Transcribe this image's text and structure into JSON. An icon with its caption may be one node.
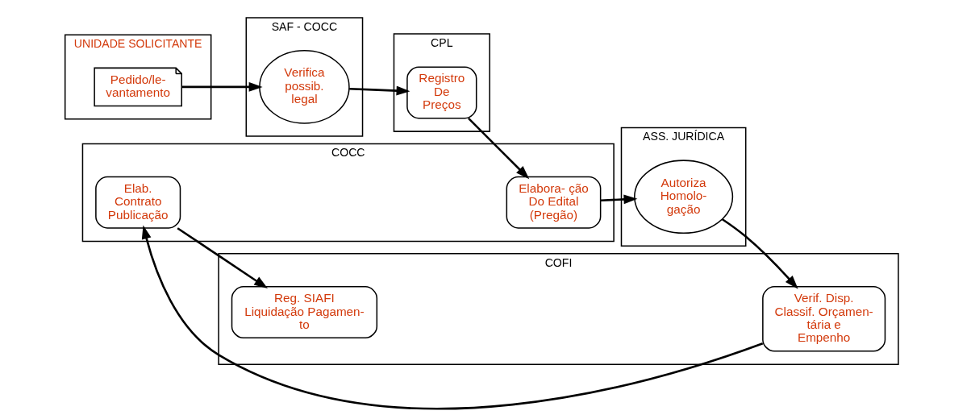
{
  "diagram": {
    "nodes": [
      {
        "text": [
          "UNIDADE SOLICITANTE"
        ]
      },
      {
        "text": [
          "SAF - COCC"
        ]
      },
      {
        "text": [
          "CPL"
        ]
      },
      {
        "text": [
          "COCC"
        ]
      },
      {
        "text": [
          "ASS. JURÍDICA"
        ]
      },
      {
        "text": [
          "COFI"
        ]
      },
      {
        "text": [
          "Pedido/le- vantamento"
        ],
        "in": 0
      },
      {
        "text": [
          "Verifica possib. legal"
        ],
        "in": 1
      },
      {
        "text": [
          "Registro De Preços"
        ],
        "in": 2
      },
      {
        "text": [
          "Elabora- ção Do Edital (Pregão)"
        ],
        "in": 3
      },
      {
        "text": [
          "Elab. Contrato Publicação"
        ],
        "in": 3
      },
      {
        "text": [
          "Autoriza Homolo- gação"
        ],
        "in": 4
      },
      {
        "text": [
          "Verif. Disp. Classif. Orçamen- tária e Empenho"
        ],
        "in": 5
      },
      {
        "text": [
          "Reg. SIAFI Liquidação Pagamen- to"
        ],
        "in": 5
      }
    ],
    "edges": [
      {
        "from": 6,
        "to": 7,
        "arrow": "to"
      },
      {
        "from": 7,
        "to": 8,
        "arrow": "to"
      },
      {
        "from": 8,
        "to": 9,
        "arrow": "to"
      },
      {
        "from": 9,
        "to": 11,
        "arrow": "to"
      },
      {
        "from": 11,
        "to": 12,
        "arrow": "to"
      },
      {
        "from": 12,
        "to": 10,
        "arrow": "to"
      },
      {
        "from": 10,
        "to": 13,
        "arrow": "to"
      }
    ]
  }
}
